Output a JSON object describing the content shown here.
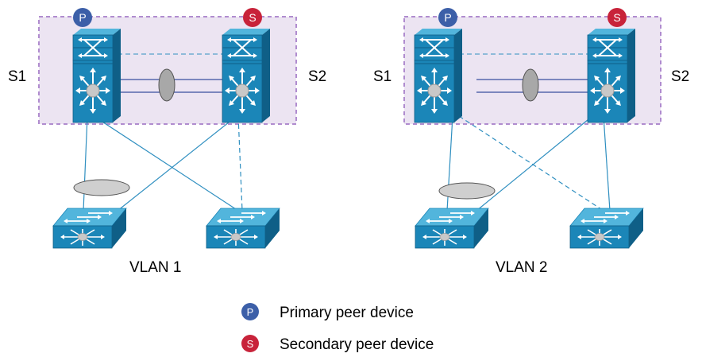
{
  "colors": {
    "primary_badge": "#3c5fa8",
    "secondary_badge": "#c8233a",
    "device_front": "#1b86b8",
    "device_top": "#52b5dc",
    "device_side": "#0f5f87",
    "link": "#2f8fc0",
    "domain_fill": "#ece4f2",
    "domain_border": "#b08ccf",
    "bundle_fill": "#a8a8a8"
  },
  "badges": {
    "primary": "P",
    "secondary": "S"
  },
  "panels": [
    {
      "vlan": "VLAN 1",
      "left_switch": "S1",
      "right_switch": "S2",
      "left_role_icon": "primary-peer-icon",
      "right_role_icon": "secondary-peer-icon"
    },
    {
      "vlan": "VLAN 2",
      "left_switch": "S1",
      "right_switch": "S2",
      "left_role_icon": "primary-peer-icon",
      "right_role_icon": "secondary-peer-icon"
    }
  ],
  "legend": [
    {
      "badge": "P",
      "text": "Primary peer device",
      "icon": "primary-peer-icon"
    },
    {
      "badge": "S",
      "text": "Secondary peer device",
      "icon": "secondary-peer-icon"
    }
  ]
}
